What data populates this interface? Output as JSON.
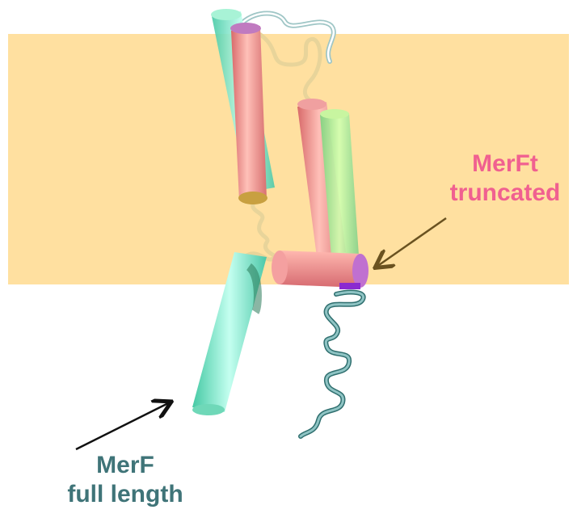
{
  "labels": {
    "truncated": {
      "line1": "MerFt",
      "line2": "truncated"
    },
    "full": {
      "line1": "MerF",
      "line2": "full length"
    }
  },
  "colors": {
    "membrane": "#ffe0a0",
    "truncated_label": "#f06090",
    "full_label": "#3f7478",
    "helix_pink": "#f08f8f",
    "helix_green": "#9fe8a0",
    "helix_cyan": "#73e6c5",
    "loop_tan": "#e8d49a",
    "loop_teal": "#6aa8a8",
    "arrow_truncated": "#6a5220",
    "arrow_full": "#111111"
  }
}
